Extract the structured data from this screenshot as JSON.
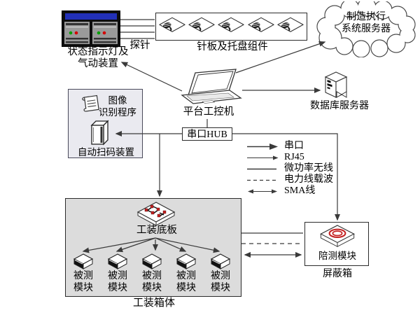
{
  "nodes": {
    "status_device": {
      "label": "状态指示灯及\n气动装置"
    },
    "probe": {
      "label": "探针"
    },
    "needle_board": {
      "label": "针板及托盘组件"
    },
    "mes_server": {
      "label": "制造执行\n系统服务器"
    },
    "platform_pc": {
      "label": "平台工控机"
    },
    "db_server": {
      "label": "数据库服务器"
    },
    "image_program": {
      "label": "图像\n识别程序"
    },
    "auto_scanner": {
      "label": "自动扫码装置"
    },
    "serial_hub": {
      "label": "串口HUB"
    },
    "fixture_base": {
      "label": "工装底板"
    },
    "fixture_box": {
      "label": "工装箱体"
    },
    "dut_modules": [
      {
        "label": "被测\n模块"
      },
      {
        "label": "被测\n模块"
      },
      {
        "label": "被测\n模块"
      },
      {
        "label": "被测\n模块"
      },
      {
        "label": "被测\n模块"
      }
    ],
    "companion_module": {
      "label": "陪测模块"
    },
    "shield_box": {
      "label": "屏蔽箱"
    }
  },
  "legend": {
    "items": [
      {
        "label": "串口",
        "line_style": "arrow-bold"
      },
      {
        "label": "RJ45",
        "line_style": "arrow-thin"
      },
      {
        "label": "微功率无线",
        "line_style": "solid"
      },
      {
        "label": "电力线载波",
        "line_style": "dashed"
      },
      {
        "label": "SMA线",
        "line_style": "double-arrow"
      }
    ]
  },
  "colors": {
    "wire": "#3a3a3a",
    "fixture_box_fill": "#dcdcdc",
    "scanner_box_fill": "#eaeaf0",
    "indicator_bar_blue": "#2230b8",
    "indicator_green": "#00a000",
    "indicator_red": "#d40000",
    "module_red": "#c42222"
  }
}
